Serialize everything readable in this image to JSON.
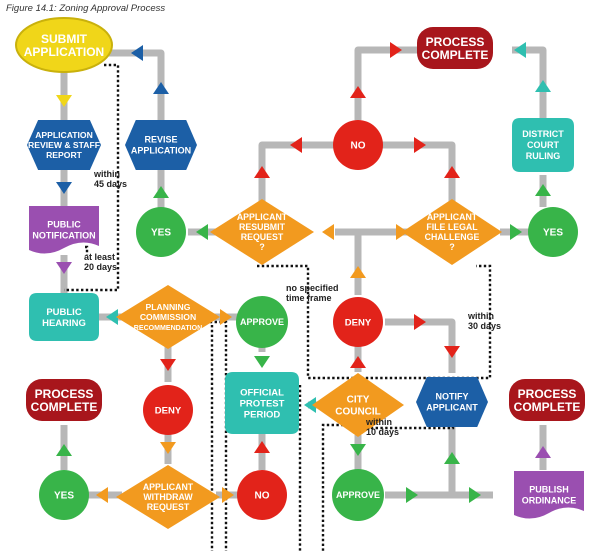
{
  "caption": "Figure 14.1: Zoning Approval Process",
  "colors": {
    "yellow": "#f0d619",
    "blue": "#1c5fa6",
    "teal": "#2fbfb0",
    "purple": "#9a4fb0",
    "orange": "#f29a1f",
    "red": "#e2231a",
    "green": "#38b449",
    "darkred": "#a8161c",
    "line": "#b7b7b7"
  },
  "nodes": {
    "submit": "SUBMIT\nAPPLICATION",
    "app_review": "APPLICATION\nREVIEW & STAFF\nREPORT",
    "revise": "REVISE\nAPPLICATION",
    "public_notification": "PUBLIC\nNOTIFICATION",
    "yes_left": "YES",
    "public_hearing": "PUBLIC\nHEARING",
    "planning": "PLANNING\nCOMMISSION\nRECOMMENDATION",
    "approve_top": "APPROVE",
    "deny_left": "DENY",
    "official_protest": "OFFICIAL\nPROTEST\nPERIOD",
    "process_complete_left": "PROCESS\nCOMPLETE",
    "yes_bottom": "YES",
    "applicant_withdraw": "APPLICANT\nWITHDRAW\nREQUEST",
    "no_bottom": "NO",
    "city_council": "CITY\nCOUNCIL",
    "approve_bottom": "APPROVE",
    "process_complete_top": "PROCESS\nCOMPLETE",
    "no_top": "NO",
    "applicant_resubmit": "APPLICANT\nRESUBMIT\nREQUEST\n?",
    "deny_center": "DENY",
    "notify": "NOTIFY\nAPPLICANT",
    "applicant_file": "APPLICANT\nFILE LEGAL\nCHALLENGE\n?",
    "district": "DISTRICT\nCOURT\nRULING",
    "yes_right": "YES",
    "process_complete_right": "PROCESS\nCOMPLETE",
    "publish": "PUBLISH\nORDINANCE"
  },
  "notes": {
    "within45": "within\n45 days",
    "atleast20": "at least\n20 days",
    "nospecified": "no specified\ntime frame",
    "within30": "within\n30 days",
    "within10": "within\n10 days"
  }
}
